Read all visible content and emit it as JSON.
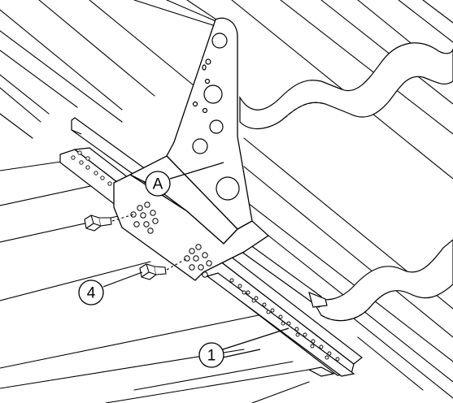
{
  "callouts": {
    "a": "A",
    "one": "1",
    "four": "4"
  },
  "colors": {
    "line": "#000000",
    "background": "#ffffff",
    "fill": "#ffffff"
  }
}
